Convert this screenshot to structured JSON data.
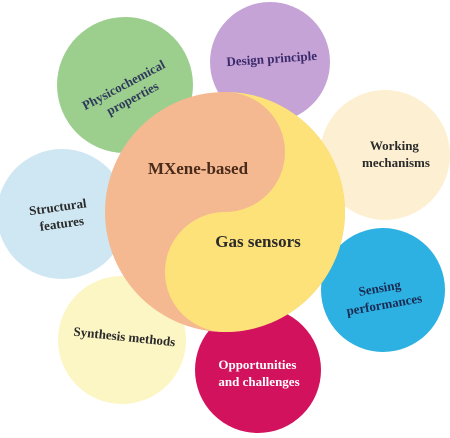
{
  "center": {
    "top_label": "MXene-based",
    "bottom_label": "Gas sensors",
    "colors": {
      "left": "#f4b990",
      "right": "#fde27a"
    }
  },
  "petals": [
    {
      "id": "design-principle",
      "lines": [
        "Design principle"
      ],
      "color": "#c6a3d6",
      "text_color": "#3a2a6b"
    },
    {
      "id": "working-mechanisms",
      "lines": [
        "Working",
        "mechanisms"
      ],
      "color": "#fdf0d2",
      "text_color": "#2a2a2a"
    },
    {
      "id": "sensing-performances",
      "lines": [
        "Sensing",
        "performances"
      ],
      "color": "#2db1e2",
      "text_color": "#1a2a52"
    },
    {
      "id": "opportunities-challenges",
      "lines": [
        "Opportunities",
        "and challenges"
      ],
      "color": "#d3125e",
      "text_color": "#ffffff"
    },
    {
      "id": "synthesis-methods",
      "lines": [
        "Synthesis methods"
      ],
      "color": "#fcf5c4",
      "text_color": "#2a2a2a"
    },
    {
      "id": "structural-features",
      "lines": [
        "Structural",
        "features"
      ],
      "color": "#cfe7f3",
      "text_color": "#2a2a2a"
    },
    {
      "id": "physicochemical-properties",
      "lines": [
        "Physicochemical",
        "properties"
      ],
      "color": "#9ccf8e",
      "text_color": "#2f3a5a"
    }
  ]
}
